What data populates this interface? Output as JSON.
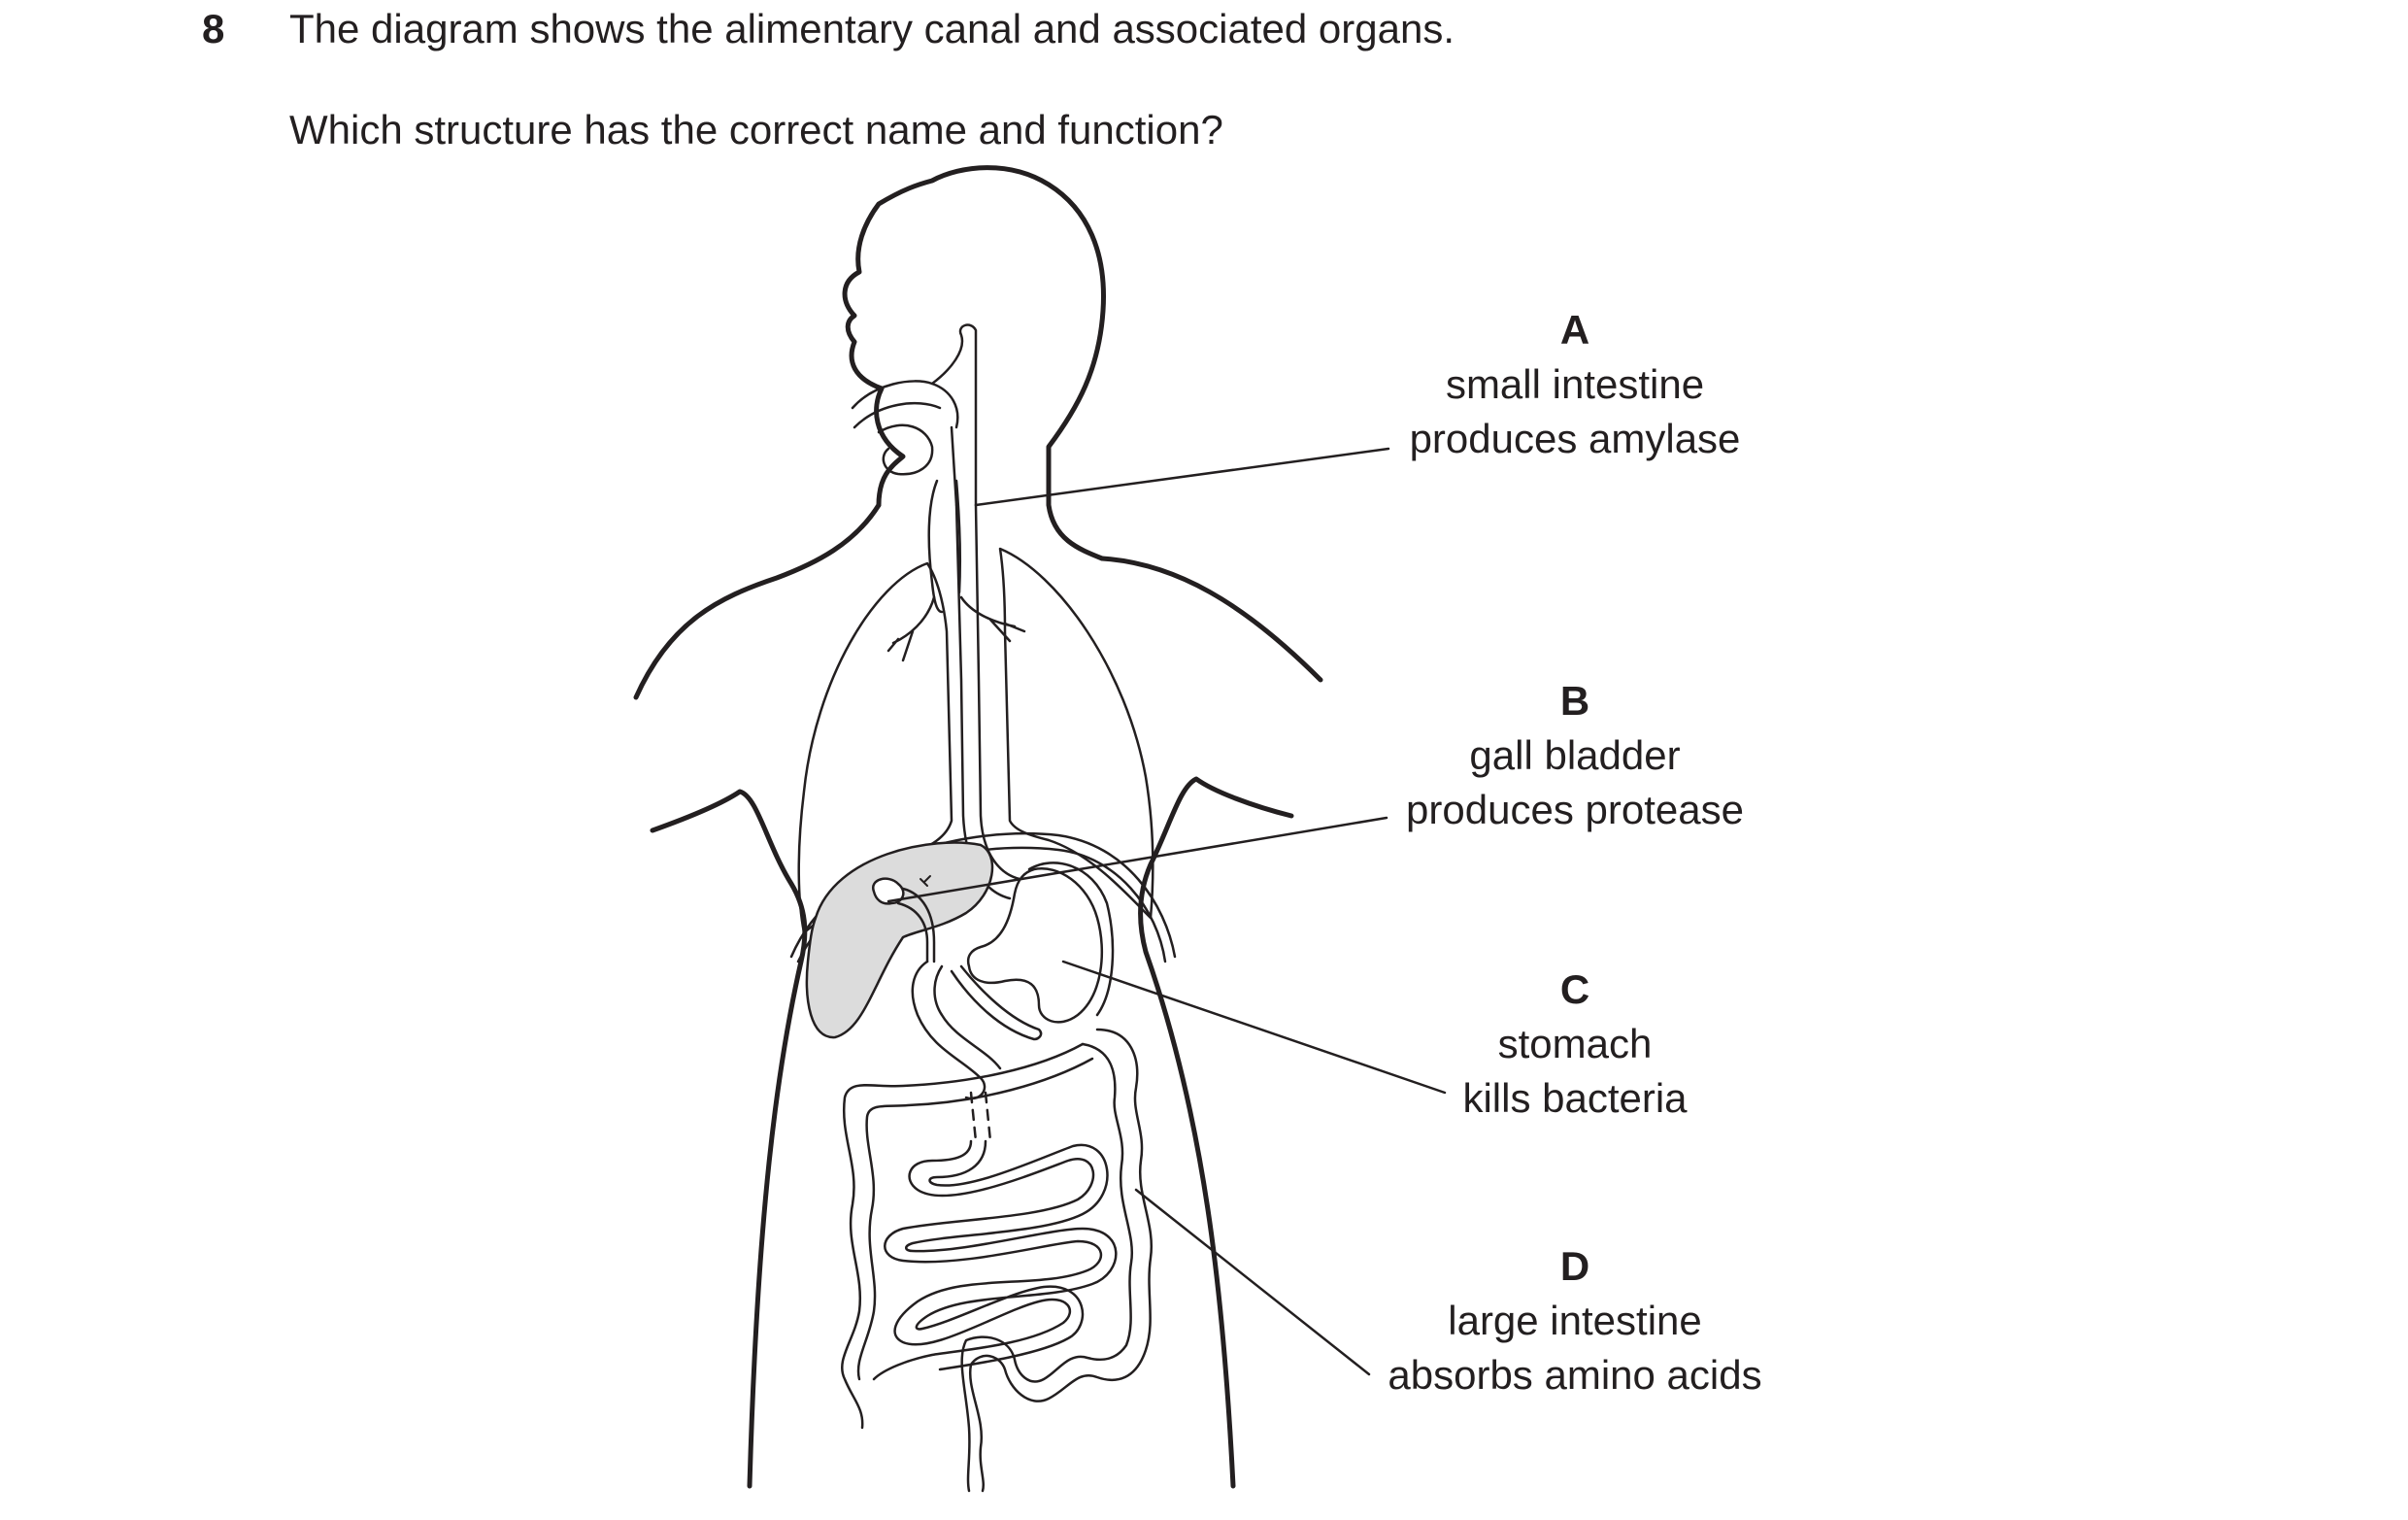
{
  "question": {
    "number": "8",
    "stem": "The diagram shows the alimentary canal and associated organs.",
    "prompt": "Which structure has the correct name and function?"
  },
  "options": [
    {
      "letter": "A",
      "name": "small intestine",
      "function": "produces amylase"
    },
    {
      "letter": "B",
      "name": "gall bladder",
      "function": "produces protease"
    },
    {
      "letter": "C",
      "name": "stomach",
      "function": "kills bacteria"
    },
    {
      "letter": "D",
      "name": "large intestine",
      "function": "absorbs amino acids"
    }
  ],
  "colors": {
    "line": "#231f20",
    "liver_fill": "#dcdcdc"
  }
}
